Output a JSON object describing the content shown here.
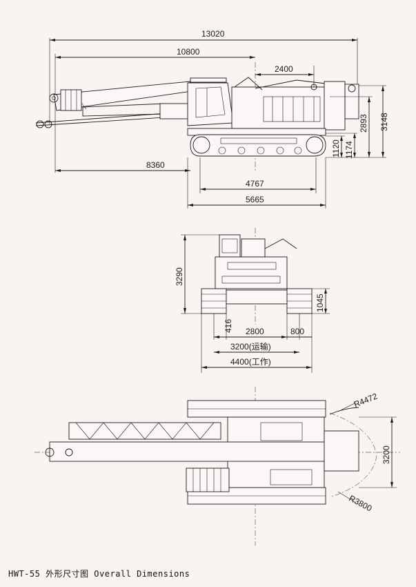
{
  "side_view": {
    "dims": {
      "overall_length": "13020",
      "boom_to_center": "10800",
      "center_to_rear": "2400",
      "overall_height": "3148",
      "cab_height": "2893",
      "track_height": "1174",
      "ground_clearance": "1120",
      "front_reach": "8360",
      "tumbler_distance": "4767",
      "track_length": "5665"
    }
  },
  "front_view": {
    "dims": {
      "height": "3290",
      "track_height": "1045",
      "offset": "416",
      "track_gauge": "2800",
      "shoe_width": "800",
      "transport_width": "3200(运输)",
      "working_width": "4400(工作)"
    }
  },
  "top_view": {
    "dims": {
      "tail_radius": "R4472",
      "front_radius": "R3800",
      "width": "3200"
    }
  },
  "caption": "HWT-55 外形尺寸图 Overall Dimensions"
}
